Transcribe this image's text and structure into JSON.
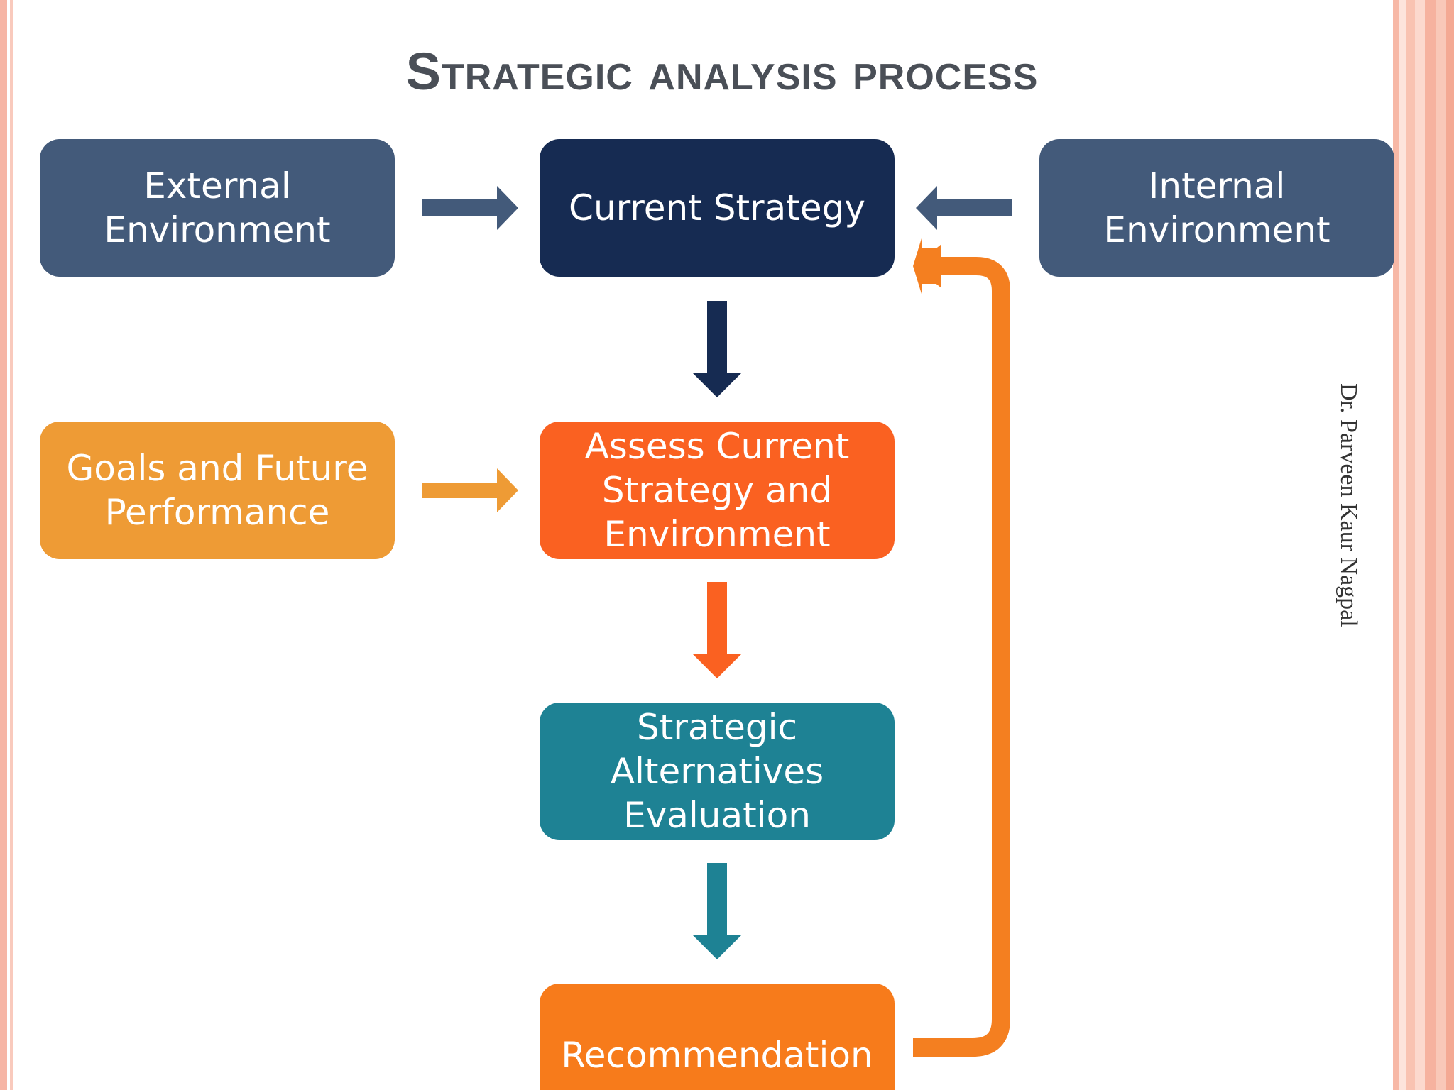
{
  "title": "Strategic analysis process",
  "credit": "Dr. Parveen Kaur Nagpal",
  "colors": {
    "slate": "#435a7a",
    "navy": "#162b52",
    "amber": "#ee9b35",
    "orange_red": "#fa6121",
    "teal": "#1e8294",
    "orange": "#f77b1b",
    "feedback": "#f47f20"
  },
  "boxes": {
    "external": [
      "External",
      "Environment"
    ],
    "current": [
      "Current Strategy"
    ],
    "internal": [
      "Internal",
      "Environment"
    ],
    "goals": [
      "Goals and Future",
      "Performance"
    ],
    "assess": [
      "Assess Current",
      "Strategy and",
      "Environment"
    ],
    "alternatives": [
      "Strategic",
      "Alternatives",
      "Evaluation"
    ],
    "recommendation": [
      "Recommendation"
    ]
  }
}
